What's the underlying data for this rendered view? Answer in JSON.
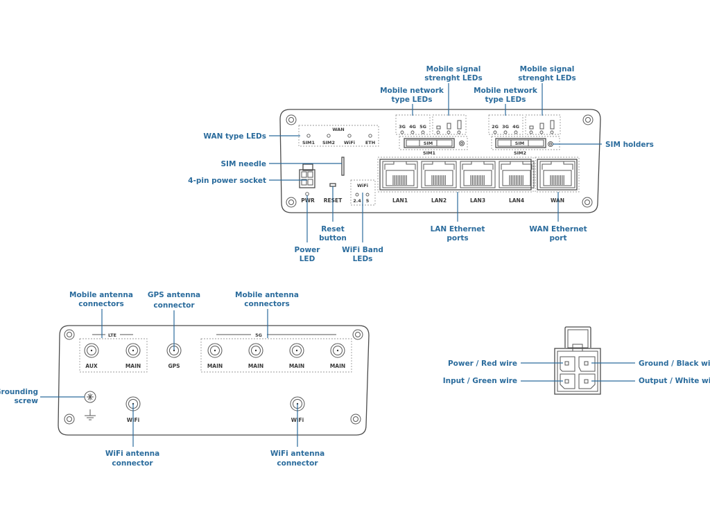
{
  "front_panel": {
    "callouts": {
      "wan_type_leds": "WAN type LEDs",
      "sim_needle": "SIM needle",
      "power_socket": "4-pin power socket",
      "mobile_network_type_leds_1": [
        "Mobile network",
        "type LEDs"
      ],
      "mobile_signal_leds_1": [
        "Mobile signal",
        "strenght LEDs"
      ],
      "mobile_network_type_leds_2": [
        "Mobile network",
        "type LEDs"
      ],
      "mobile_signal_leds_2": [
        "Mobile signal",
        "strenght LEDs"
      ],
      "sim_holders": "SIM holders",
      "power_led": [
        "Power",
        "LED"
      ],
      "reset_button": [
        "Reset",
        "button"
      ],
      "wifi_band_leds": [
        "WiFi Band",
        "LEDs"
      ],
      "lan_ports": [
        "LAN Ethernet",
        "ports"
      ],
      "wan_port": [
        "WAN Ethernet",
        "port"
      ]
    },
    "wan_group": {
      "title": "WAN",
      "leds": [
        "SIM1",
        "SIM2",
        "WiFi",
        "ETH"
      ]
    },
    "sim1_network_leds": [
      "3G",
      "4G",
      "5G"
    ],
    "sim2_network_leds": [
      "2G",
      "3G",
      "4G"
    ],
    "sim_slots": [
      {
        "tray_label": "SIM",
        "label": "SIM1"
      },
      {
        "tray_label": "SIM",
        "label": "SIM2"
      }
    ],
    "power_label": "PWR",
    "reset_label": "RESET",
    "wifi_group": {
      "title": "WiFi",
      "bands": [
        "2.4",
        "5"
      ]
    },
    "ethernet_ports": [
      "LAN1",
      "LAN2",
      "LAN3",
      "LAN4",
      "WAN"
    ]
  },
  "back_panel": {
    "callouts": {
      "mobile_antenna_lte": [
        "Mobile antenna",
        "connectors"
      ],
      "gps_antenna": [
        "GPS antenna",
        "connector"
      ],
      "mobile_antenna_5g": [
        "Mobile antenna",
        "connectors"
      ],
      "grounding_screw": [
        "Grounding",
        "screw"
      ],
      "wifi_antenna_1": [
        "WiFi antenna",
        "connector"
      ],
      "wifi_antenna_2": [
        "WiFi antenna",
        "connector"
      ]
    },
    "lte_group": {
      "title": "LTE",
      "connectors": [
        "AUX",
        "MAIN"
      ]
    },
    "gps_connector": "GPS",
    "fiveg_group": {
      "title": "5G",
      "connectors": [
        "MAIN",
        "MAIN",
        "MAIN",
        "MAIN"
      ]
    },
    "wifi_connectors": [
      "WiFi",
      "WiFi"
    ]
  },
  "power_connector": {
    "pins": {
      "power": "Power / Red wire",
      "ground": "Ground / Black wire",
      "input": "Input / Green wire",
      "output": "Output / White wire"
    }
  },
  "colors": {
    "callout_text": "#2a6b9c",
    "outline": "#4a4a4a"
  }
}
